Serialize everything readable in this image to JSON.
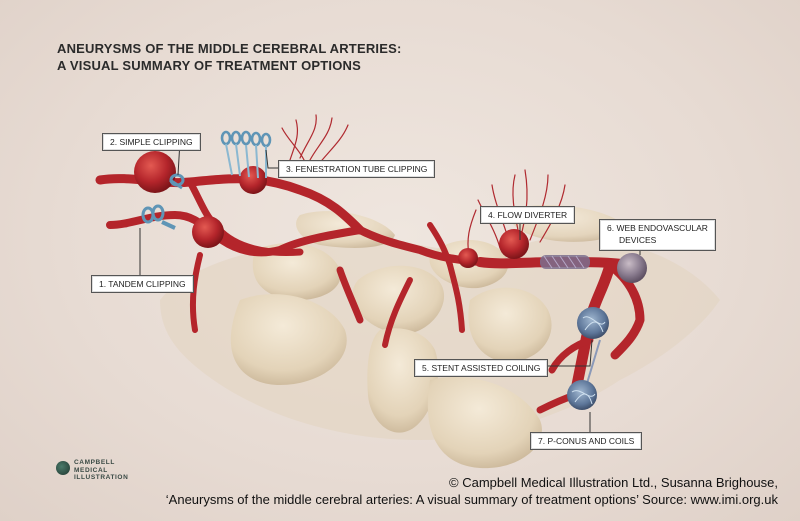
{
  "title": {
    "line1": "ANEURYSMS OF THE MIDDLE CEREBRAL ARTERIES:",
    "line2": "A VISUAL SUMMARY OF TREATMENT OPTIONS"
  },
  "labels": {
    "simple_clipping": "2. SIMPLE CLIPPING",
    "fenestration": "3. FENESTRATION TUBE CLIPPING",
    "tandem_clipping": "1. TANDEM CLIPPING",
    "flow_diverter": "4. FLOW DIVERTER",
    "web_line1": "6. WEB ENDOVASCULAR",
    "web_line2": "DEVICES",
    "stent_coiling": "5. STENT ASSISTED COILING",
    "pconus": "7. P-CONUS AND COILS"
  },
  "logo": {
    "line1": "CAMPBELL",
    "line2": "MEDICAL",
    "line3": "ILLUSTRATION"
  },
  "credit": {
    "line1": "© Campbell Medical Illustration Ltd., Susanna Brighouse,",
    "line2": "‘Aneurysms of the middle cerebral arteries: A visual summary of treatment options’ Source: www.imi.org.uk"
  },
  "colors": {
    "background": "#e9ddd5",
    "artery": "#b4252b",
    "bone": "#e9dcc3",
    "clip": "#6fa8c7",
    "device": "#6d7da3"
  }
}
